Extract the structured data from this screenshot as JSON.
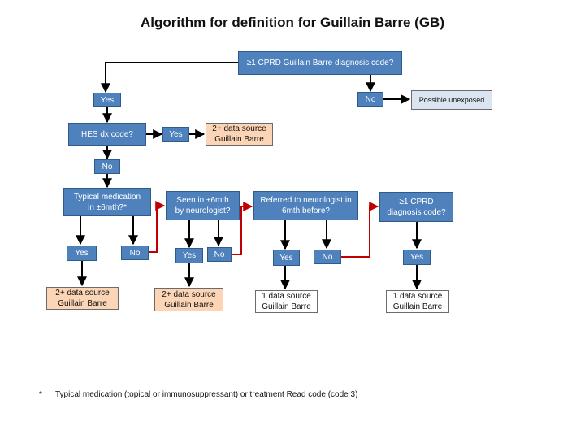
{
  "title": "Algorithm for definition for Guillain Barre (GB)",
  "nodes": {
    "cprd_code": "≥1 CPRD Guillain Barre diagnosis code?",
    "yes_top": "Yes",
    "no_top": "No",
    "possible_unexposed": "Possible unexposed",
    "hes_dx": "HES dx code?",
    "yes_hes": "Yes",
    "result_hes": "2+ data source\nGuillain Barre",
    "no_hes": "No",
    "typical_med": "Typical medication\nin ±6mth?*",
    "yes_med": "Yes",
    "no_med": "No",
    "result_med": "2+ data source\nGuillain Barre",
    "seen_neuro": "Seen in ±6mth\nby neurologist?",
    "yes_seen": "Yes",
    "no_seen": "No",
    "result_seen": "2+ data source\nGuillain Barre",
    "referred_neuro": "Referred to neurologist in\n6mth before?",
    "yes_ref": "Yes",
    "no_ref": "No",
    "result_ref": "1 data source\nGuillain Barre",
    "cprd_again": "≥1 CPRD\ndiagnosis code?",
    "yes_cprd": "Yes",
    "result_cprd": "1 data source\nGuillain Barre"
  },
  "footnote": {
    "marker": "*",
    "text": "Typical medication (topical or immunosuppressant) or treatment Read code (code 3)"
  },
  "colors": {
    "decision": "#4f81bd",
    "result_two_sources": "#fbd5b5",
    "result_one_source": "#ffffff",
    "possible_unexposed": "#dbe5f1",
    "arrow_black": "#000000",
    "arrow_red": "#c00000"
  }
}
